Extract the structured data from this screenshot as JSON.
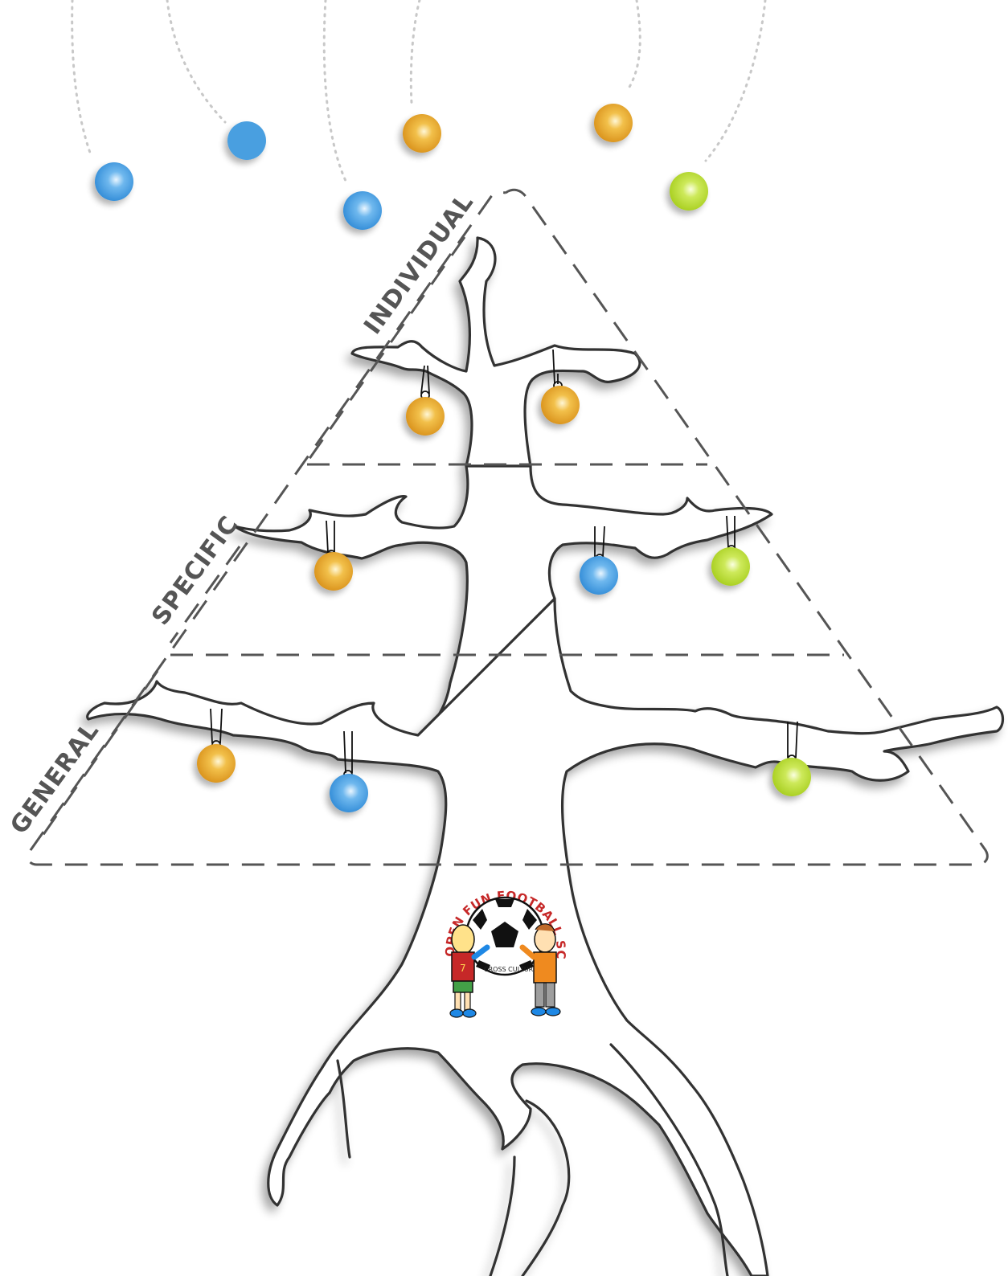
{
  "diagram": {
    "levels": [
      {
        "id": "individual",
        "label": "INDIVIDUAL"
      },
      {
        "id": "specific",
        "label": "SPECIFIC"
      },
      {
        "id": "general",
        "label": "GENERAL"
      }
    ],
    "colors": {
      "orange": "#E8A020",
      "blue": "#3E9BE0",
      "green": "#B8DC2A",
      "dash": "#555555",
      "tree": "#333333"
    },
    "loose_balls": [
      "blue",
      "blue",
      "blue",
      "orange",
      "orange",
      "green"
    ],
    "hanging_balls": {
      "individual": [
        "orange",
        "orange"
      ],
      "specific": [
        "orange",
        "blue",
        "green"
      ],
      "general": [
        "orange",
        "blue",
        "green"
      ]
    }
  },
  "logo": {
    "arc_text": "OPEN FUN FOOTBALL SCHOOLS",
    "sub_text": "CROSS CULTURES",
    "shirt_number": "7"
  }
}
